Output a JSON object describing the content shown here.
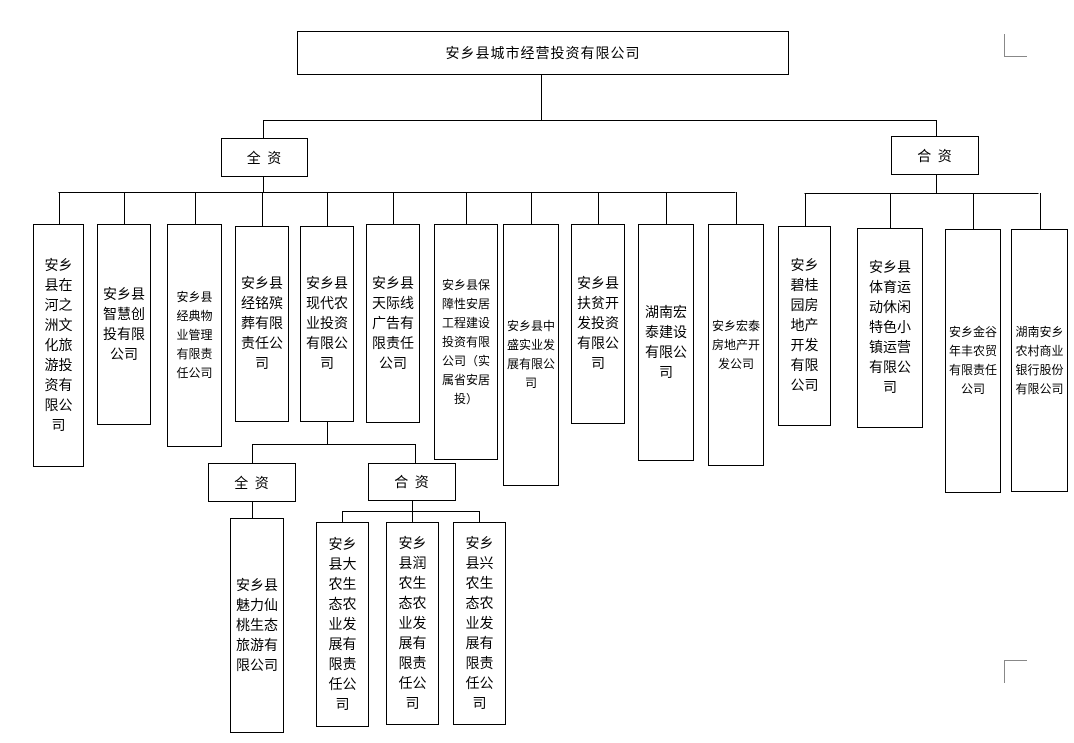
{
  "root": "安乡县城市经营投资有限公司",
  "categories": {
    "wholly_owned": "全 资",
    "joint": "合 资"
  },
  "wholly_owned_companies": [
    "安乡县在河之洲文化旅游投资有限公司",
    "安乡县智慧创投有限公司",
    "安乡县经典物业管理有限责任公司",
    "安乡县经铭殡葬有限责任公司",
    "安乡县现代农业投资有限公司",
    "安乡县天际线广告有限责任公司",
    "安乡县保障性安居工程建设投资有限公司（实属省安居投）",
    "安乡县中盛实业发展有限公司",
    "安乡县扶贫开发投资有限公司",
    "湖南宏泰建设有限公司",
    "安乡宏泰房地产开发公司"
  ],
  "joint_companies": [
    "安乡碧桂园房地产开发有限公司",
    "安乡县体育运动休闲特色小镇运营有限公司",
    "安乡金谷年丰农贸有限责任公司",
    "湖南安乡农村商业银行股份有限公司"
  ],
  "sub_categories": {
    "wholly_owned": "全 资",
    "joint": "合 资"
  },
  "sub_wholly_owned": [
    "安乡县魅力仙桃生态旅游有限公司"
  ],
  "sub_joint": [
    "安乡县大农生态农业发展有限责任公司",
    "安乡县润农生态农业发展有限责任公司",
    "安乡县兴农生态农业发展有限责任公司"
  ]
}
